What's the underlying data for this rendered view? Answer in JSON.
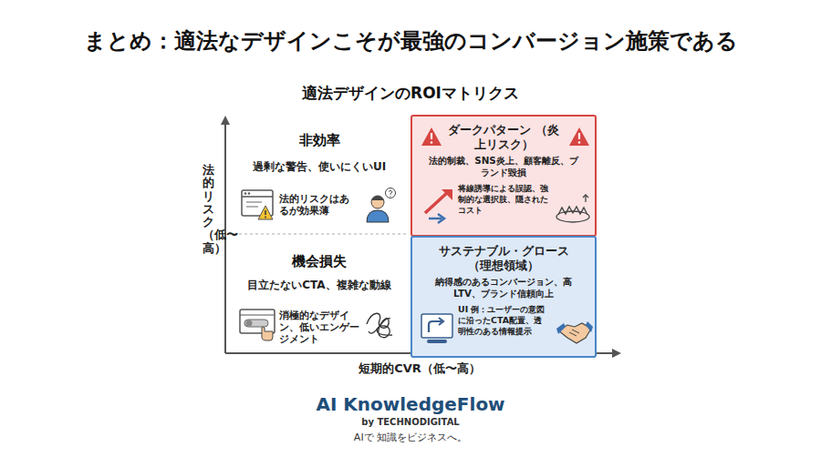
{
  "diagram": {
    "title": "まとめ：適法なデザインこそが最強のコンバージョン施策である",
    "nodes": [
      {
        "text": [
          "ダークパターン （炎上リスク）",
          "法的制裁、SNS炎上、顧客離反、ブランド毀損",
          "将線誘導による誤認、強制的な選択肢、隠されたコスト"
        ]
      },
      {
        "text": [
          "サステナブル・グロース （理想領域）",
          "納得感のあるコンバージョン、高LTV、ブランド信頼向上",
          "UI 例：ユーザーの意図に沿ったCTA配置、透明性のある情報提示"
        ]
      }
    ],
    "labels": [
      "適法デザインのROIマトリクス",
      "法的リスク（低〜高）",
      "非効率",
      "過剰な警告、使いにくいUI",
      "法的リスクはあるが効果薄",
      "機会損失",
      "目立たないCTA、複雑な動線",
      "消極的なデザイン、低いエンゲージメント",
      "短期的CVR（低〜高）",
      "AI KnowledgeFlow",
      "by TECHNODIGITAL",
      "AIで 知識をビジネスへ。"
    ]
  }
}
